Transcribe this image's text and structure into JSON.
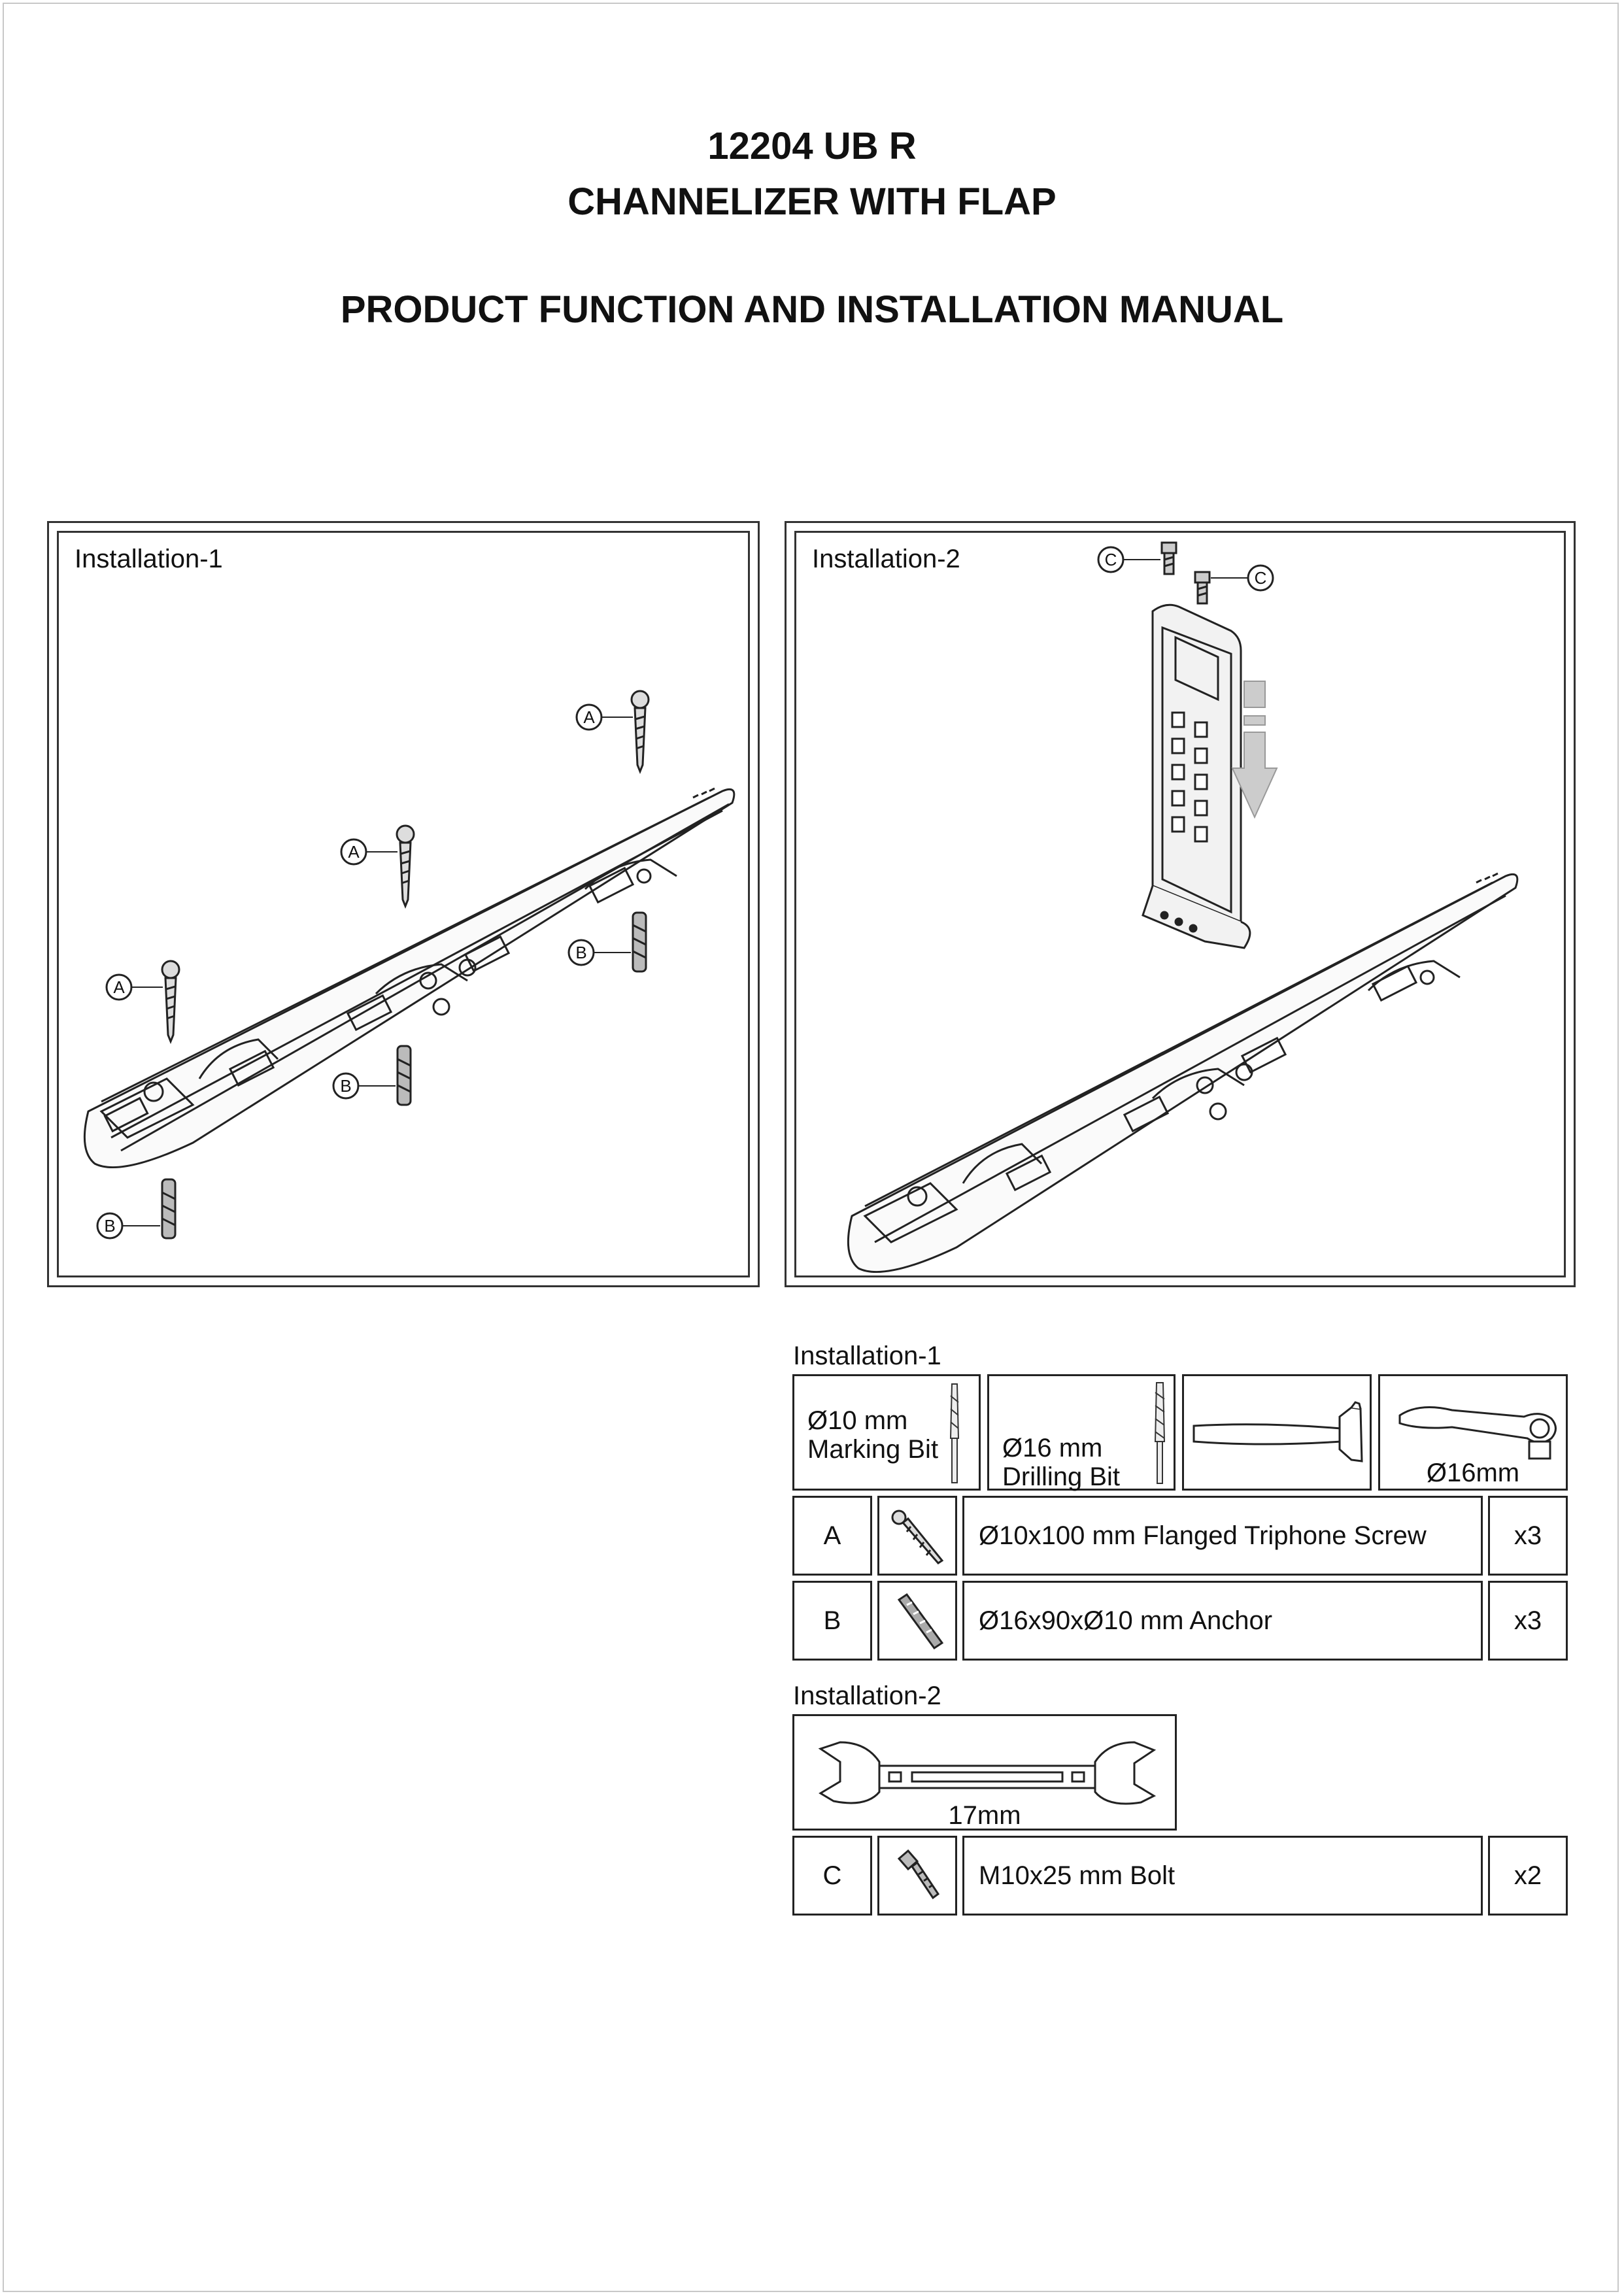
{
  "header": {
    "product_code": "12204 UB R",
    "product_name": "CHANNELIZER WITH FLAP",
    "manual_title": "PRODUCT FUNCTION AND INSTALLATION MANUAL"
  },
  "diagram1": {
    "label": "Installation-1",
    "callouts": [
      "A",
      "A",
      "A",
      "B",
      "B",
      "B"
    ]
  },
  "diagram2": {
    "label": "Installation-2",
    "callouts": [
      "C",
      "C"
    ]
  },
  "install1": {
    "label": "Installation-1",
    "tools": [
      {
        "line1": "Ø10 mm",
        "line2": "Marking Bit",
        "icon": "drill-bit-icon"
      },
      {
        "line1": "Ø16 mm",
        "line2": "Drilling Bit",
        "icon": "drill-bit-icon"
      },
      {
        "icon": "hammer-icon"
      },
      {
        "label": "Ø16mm",
        "icon": "ratchet-wrench-icon"
      }
    ],
    "parts": [
      {
        "code": "A",
        "desc": "Ø10x100 mm Flanged Triphone Screw",
        "qty": "x3",
        "icon": "screw-icon"
      },
      {
        "code": "B",
        "desc": "Ø16x90xØ10 mm Anchor",
        "qty": "x3",
        "icon": "anchor-icon"
      }
    ]
  },
  "install2": {
    "label": "Installation-2",
    "tool": {
      "label": "17mm",
      "icon": "open-end-wrench-icon"
    },
    "parts": [
      {
        "code": "C",
        "desc": "M10x25 mm Bolt",
        "qty": "x2",
        "icon": "bolt-icon"
      }
    ]
  }
}
